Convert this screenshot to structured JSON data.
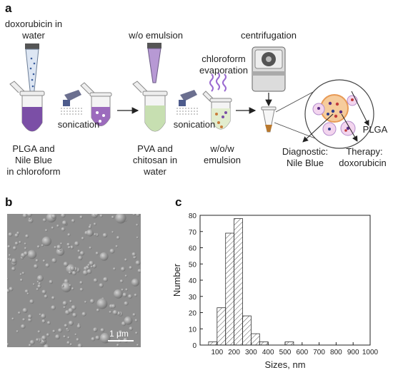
{
  "panel_a": {
    "letter": "a",
    "labels": {
      "dox_water_1": "doxorubicin in",
      "dox_water_2": "water",
      "sonication_1": "sonication",
      "plga_1": "PLGA and",
      "plga_2": "Nile Blue",
      "plga_3": "in chloroform",
      "wo_emulsion": "w/o emulsion",
      "pva_1": "PVA and",
      "pva_2": "chitosan in",
      "pva_3": "water",
      "sonication_2": "sonication",
      "chloroform_1": "chloroform",
      "chloroform_2": "evaporation",
      "wow_1": "w/o/w",
      "wow_2": "emulsion",
      "centrifugation": "centrifugation",
      "plga_label": "PLGA",
      "diagnostic_1": "Diagnostic:",
      "diagnostic_2": "Nile Blue",
      "therapy_1": "Therapy:",
      "therapy_2": "doxorubicin"
    },
    "colors": {
      "purple": "#7b4fa6",
      "green": "#c7dfb1",
      "tip": "#b9782d",
      "orange": "#f3a25b"
    }
  },
  "panel_b": {
    "letter": "b",
    "scale_bar": "1 μm"
  },
  "panel_c": {
    "letter": "c",
    "chart_data": {
      "type": "bar",
      "xlabel": "Sizes, nm",
      "ylabel": "Number",
      "xlim": [
        0,
        1000
      ],
      "ylim": [
        0,
        80
      ],
      "xticks": [
        100,
        200,
        300,
        400,
        500,
        600,
        700,
        800,
        900,
        1000
      ],
      "yticks": [
        0,
        10,
        20,
        30,
        40,
        50,
        60,
        70,
        80
      ],
      "bin_width": 50,
      "bins": [
        {
          "x": 75,
          "value": 2
        },
        {
          "x": 125,
          "value": 23
        },
        {
          "x": 175,
          "value": 69
        },
        {
          "x": 225,
          "value": 78
        },
        {
          "x": 275,
          "value": 18
        },
        {
          "x": 325,
          "value": 7
        },
        {
          "x": 375,
          "value": 2
        },
        {
          "x": 525,
          "value": 2
        }
      ],
      "fill_pattern": "hatched",
      "grid": false
    }
  }
}
